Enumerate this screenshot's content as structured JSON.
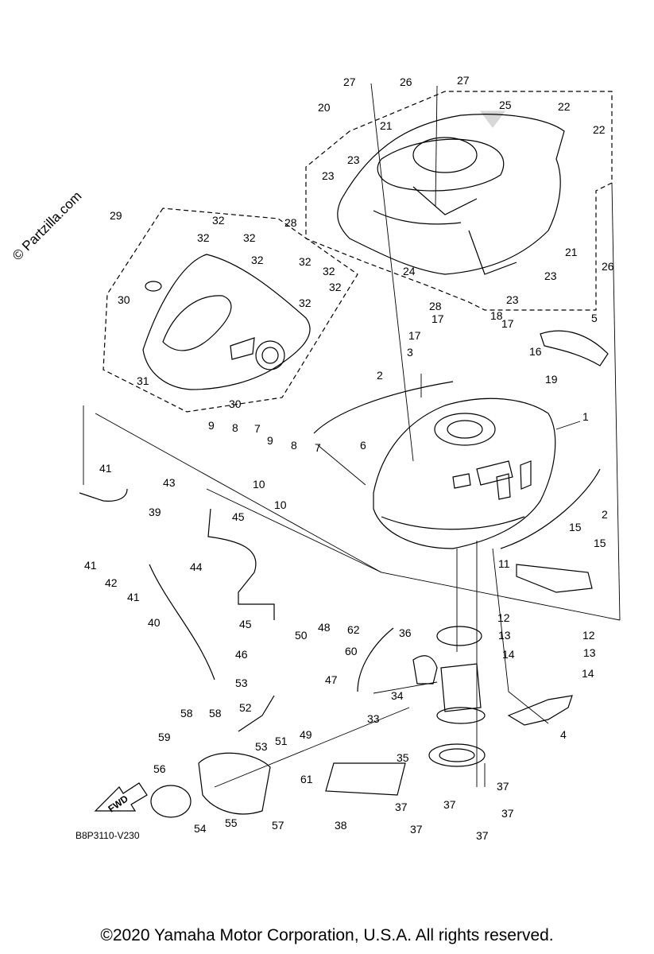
{
  "watermark": "© Partzilla.com",
  "diagram_code": "B8P3110-V230",
  "direction_label": "FWD",
  "copyright": "©2020 Yamaha Motor Corporation, U.S.A. All rights reserved.",
  "callouts": [
    "1",
    "2",
    "3",
    "4",
    "5",
    "6",
    "7",
    "8",
    "9",
    "10",
    "11",
    "12",
    "13",
    "14",
    "15",
    "16",
    "17",
    "18",
    "19",
    "20",
    "21",
    "22",
    "23",
    "24",
    "25",
    "26",
    "27",
    "28",
    "29",
    "30",
    "31",
    "32",
    "33",
    "34",
    "35",
    "36",
    "37",
    "38",
    "39",
    "40",
    "41",
    "42",
    "43",
    "44",
    "45",
    "46",
    "47",
    "48",
    "49",
    "50",
    "51",
    "52",
    "53",
    "54",
    "55",
    "56",
    "57",
    "58",
    "59",
    "60",
    "61",
    "62"
  ]
}
